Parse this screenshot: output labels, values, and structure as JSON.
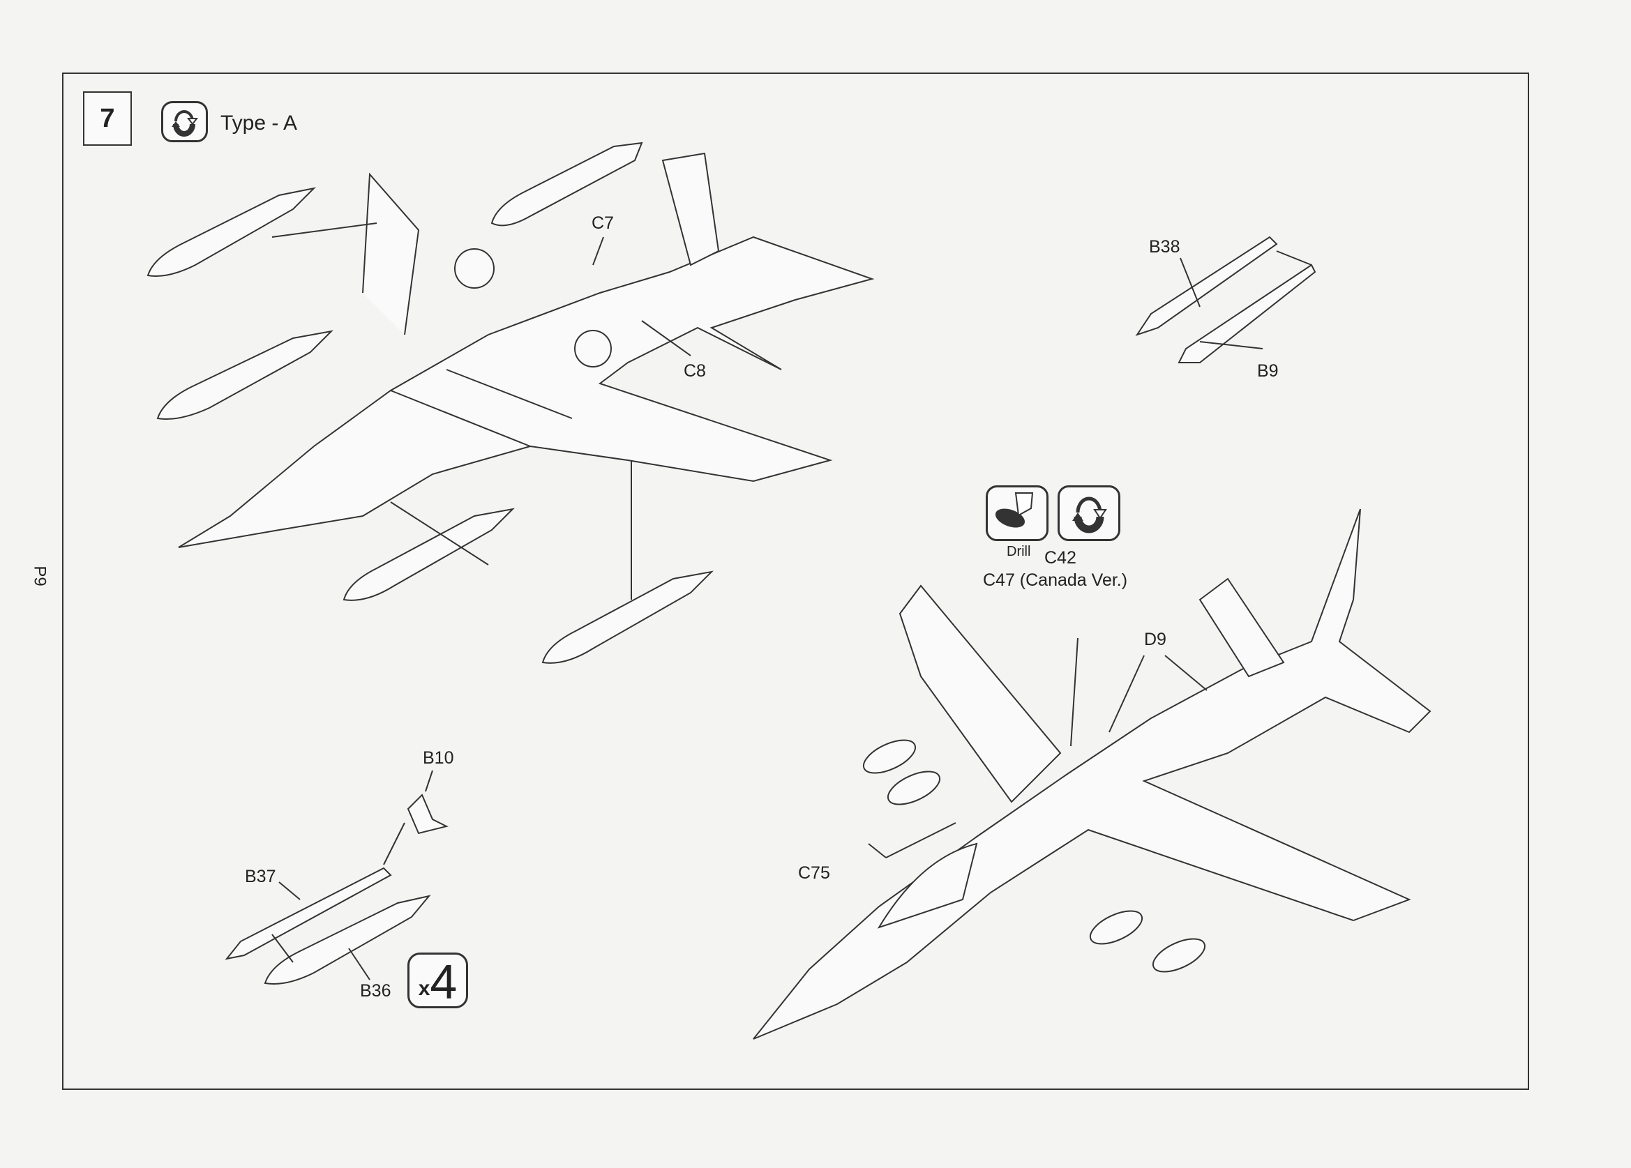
{
  "page_number": "P9",
  "step": {
    "number": "7",
    "icon": "rotate-icon",
    "variant_label": "Type - A"
  },
  "part_labels": {
    "c7": "C7",
    "c8": "C8",
    "b38": "B38",
    "b9": "B9",
    "c42": "C42",
    "c47": "C47 (Canada Ver.)",
    "d9": "D9",
    "b10": "B10",
    "b37": "B37",
    "c75": "C75",
    "b36": "B36"
  },
  "drill_icon": {
    "icon": "drill-icon",
    "label": "Drill"
  },
  "rotate_icon": "rotate-icon",
  "quantity": {
    "prefix": "x",
    "count": "4"
  }
}
